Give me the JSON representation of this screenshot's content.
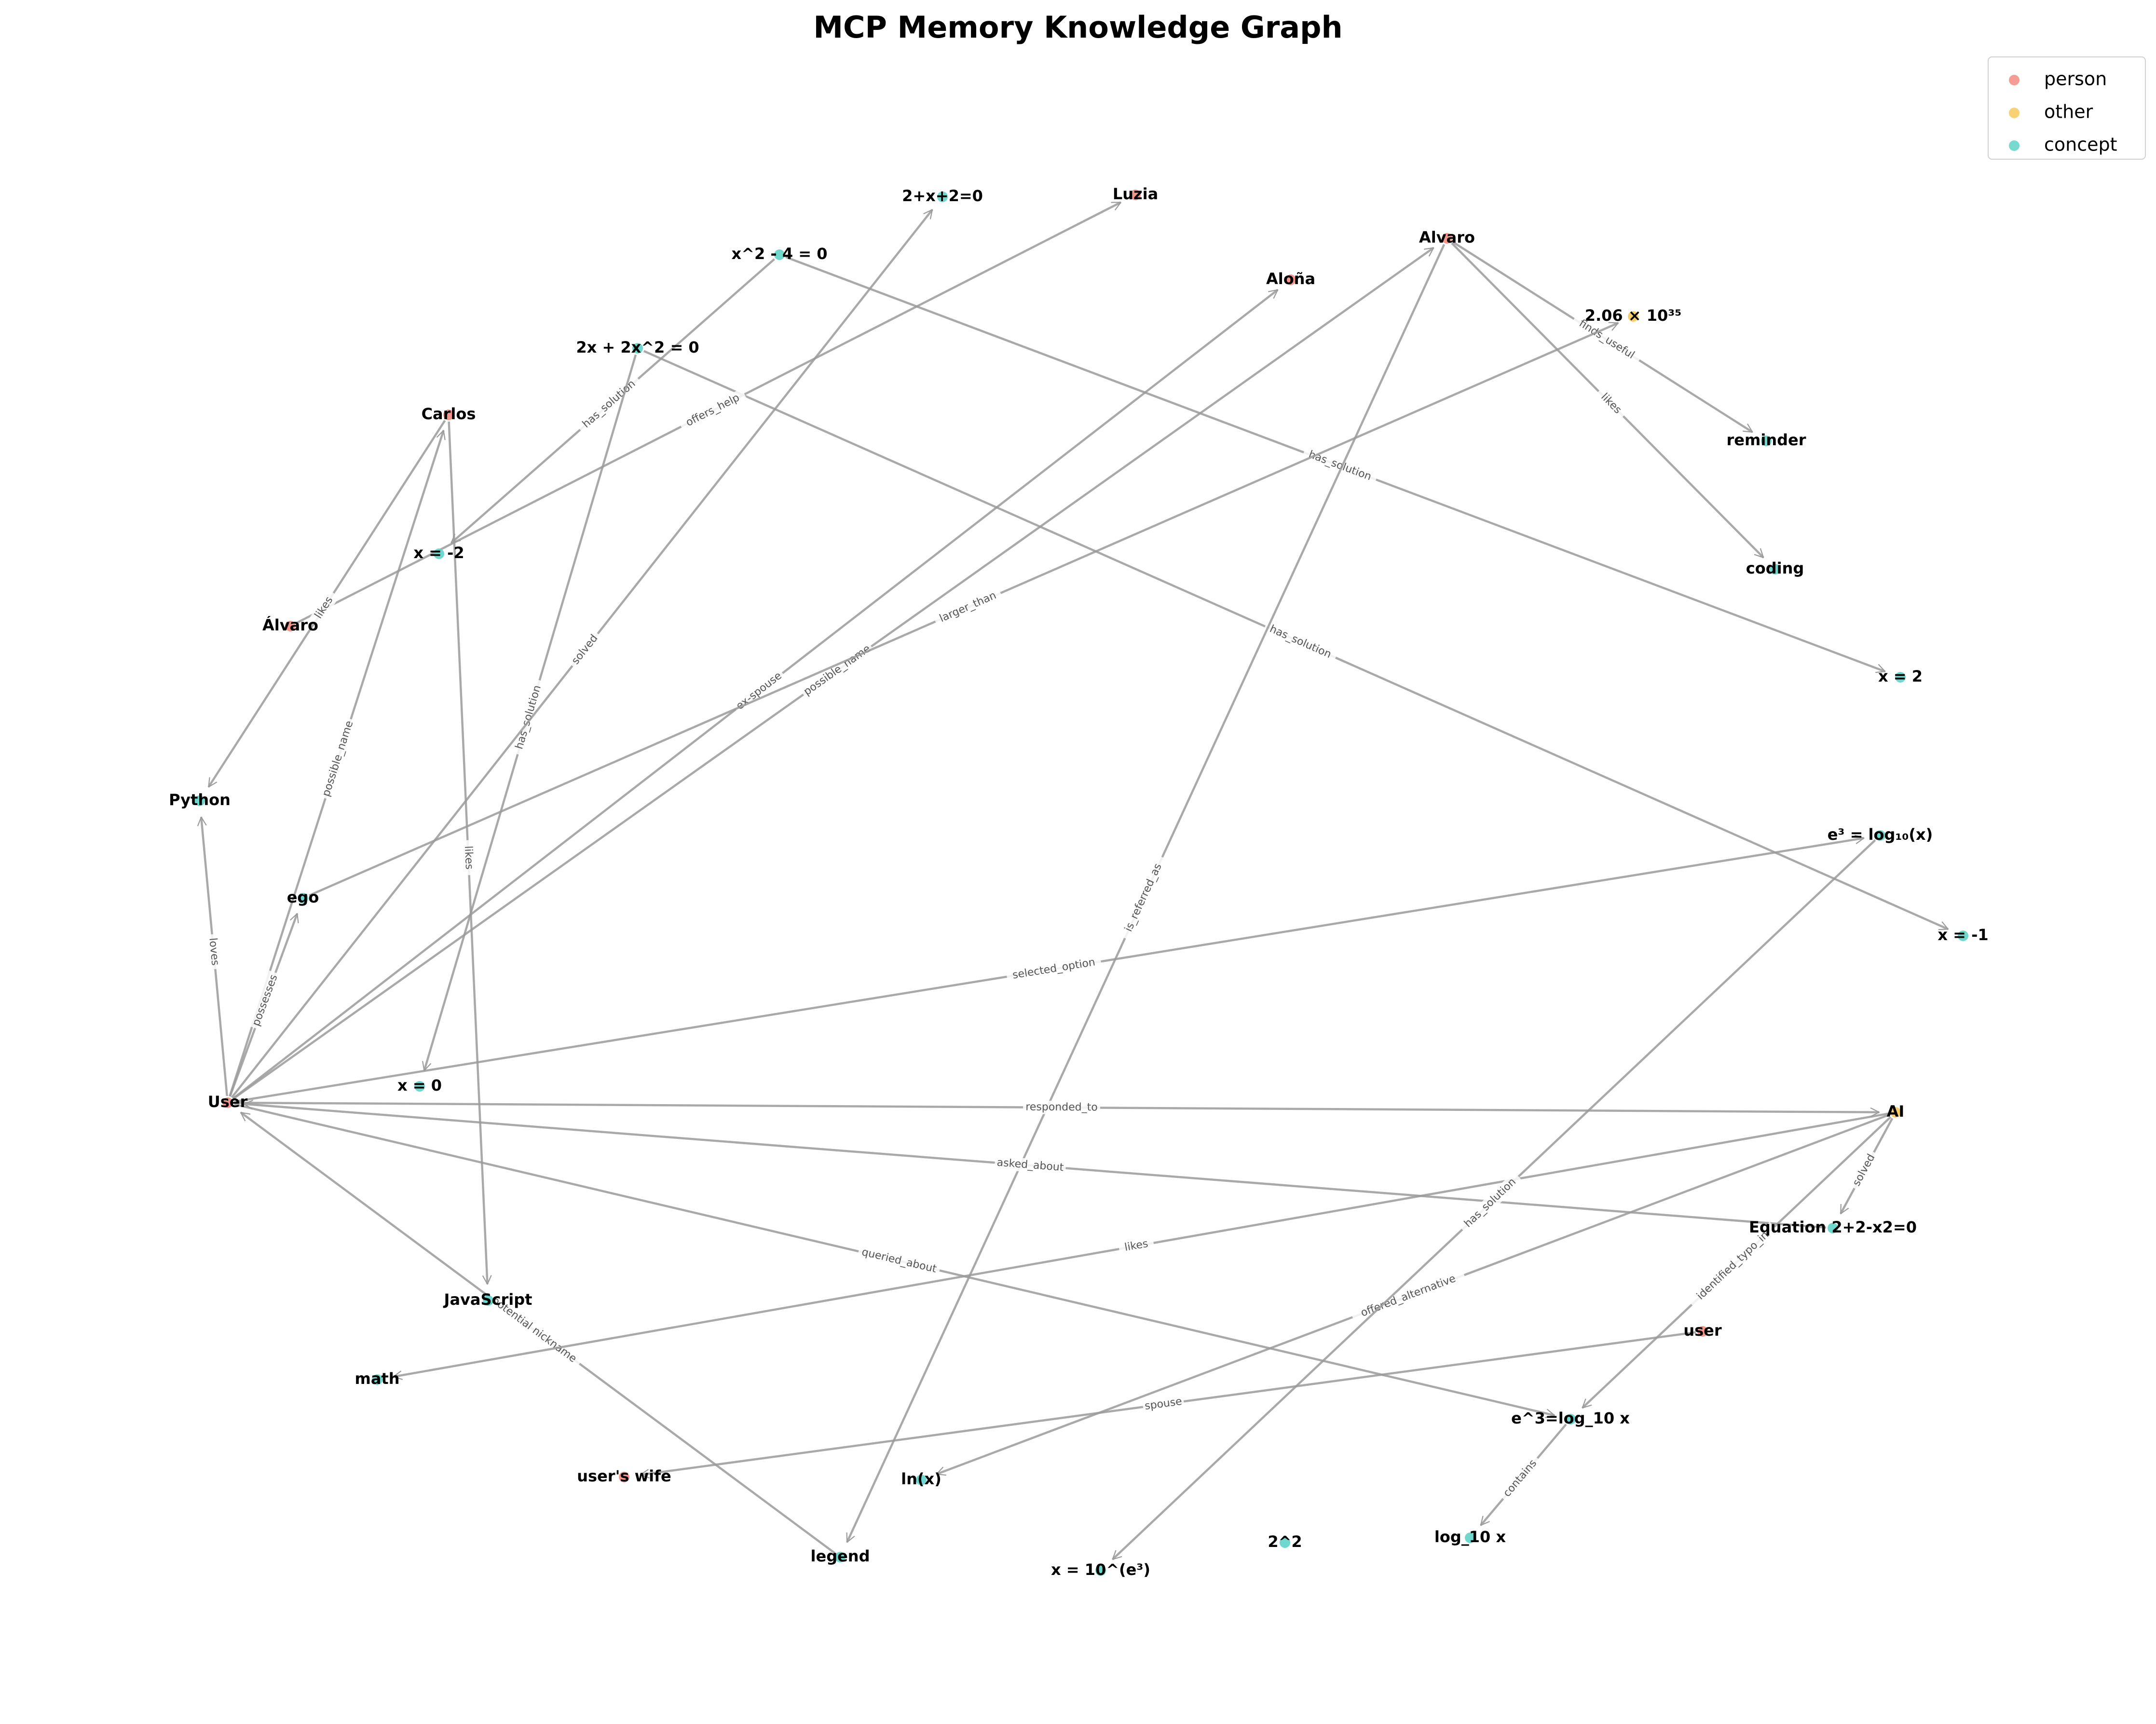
{
  "title": "MCP Memory Knowledge Graph",
  "legend": [
    {
      "label": "person",
      "color": "#f28b82"
    },
    {
      "label": "other",
      "color": "#f7c95c"
    },
    {
      "label": "concept",
      "color": "#5fd3c6"
    }
  ],
  "nodes": [
    {
      "id": "plus",
      "label": "2+x+2=0",
      "type": "concept"
    },
    {
      "id": "luzia",
      "label": "Luzia",
      "type": "person"
    },
    {
      "id": "xsq",
      "label": "x^2 - 4 = 0",
      "type": "concept"
    },
    {
      "id": "alvaro_top",
      "label": "Alvaro",
      "type": "person"
    },
    {
      "id": "alona",
      "label": "Aloña",
      "type": "person"
    },
    {
      "id": "big",
      "label": "2.06 × 10³⁵",
      "type": "other"
    },
    {
      "id": "twox",
      "label": "2x + 2x^2 = 0",
      "type": "concept"
    },
    {
      "id": "carlos",
      "label": "Carlos",
      "type": "person"
    },
    {
      "id": "reminder",
      "label": "reminder",
      "type": "concept"
    },
    {
      "id": "xm2",
      "label": "x = -2",
      "type": "concept"
    },
    {
      "id": "coding",
      "label": "coding",
      "type": "concept"
    },
    {
      "id": "alvaro_left",
      "label": "Álvaro",
      "type": "person"
    },
    {
      "id": "x2",
      "label": "x = 2",
      "type": "concept"
    },
    {
      "id": "python",
      "label": "Python",
      "type": "concept"
    },
    {
      "id": "elog",
      "label": "e³ = log₁₀(x)",
      "type": "concept"
    },
    {
      "id": "ego",
      "label": "ego",
      "type": "concept"
    },
    {
      "id": "xm1",
      "label": "x = -1",
      "type": "concept"
    },
    {
      "id": "x0",
      "label": "x = 0",
      "type": "concept"
    },
    {
      "id": "user",
      "label": "User",
      "type": "person"
    },
    {
      "id": "ai",
      "label": "AI",
      "type": "other"
    },
    {
      "id": "eq",
      "label": "Equation 2+2-x2=0",
      "type": "concept"
    },
    {
      "id": "js",
      "label": "JavaScript",
      "type": "concept"
    },
    {
      "id": "user_lc",
      "label": "user",
      "type": "person"
    },
    {
      "id": "math",
      "label": "math",
      "type": "concept"
    },
    {
      "id": "e3log",
      "label": "e^3=log_10 x",
      "type": "concept"
    },
    {
      "id": "wife",
      "label": "user's wife",
      "type": "person"
    },
    {
      "id": "lnx",
      "label": "ln(x)",
      "type": "concept"
    },
    {
      "id": "log10",
      "label": "log_10 x",
      "type": "concept"
    },
    {
      "id": "legend_node",
      "label": "legend",
      "type": "concept"
    },
    {
      "id": "x10",
      "label": "x = 10^(e³)",
      "type": "concept"
    },
    {
      "id": "twotwo",
      "label": "2^2",
      "type": "concept"
    }
  ],
  "edges": [
    {
      "source": "xsq",
      "target": "xm2",
      "label": "has_solution"
    },
    {
      "source": "xsq",
      "target": "x2",
      "label": "has_solution"
    },
    {
      "source": "twox",
      "target": "x0",
      "label": "has_solution"
    },
    {
      "source": "twox",
      "target": "xm1",
      "label": "has_solution"
    },
    {
      "source": "alvaro_left",
      "target": "luzia",
      "label": "offers_help"
    },
    {
      "source": "alvaro_top",
      "target": "reminder",
      "label": "finds_useful"
    },
    {
      "source": "alvaro_top",
      "target": "coding",
      "label": "likes"
    },
    {
      "source": "alvaro_top",
      "target": "legend_node",
      "label": "is_referred_as"
    },
    {
      "source": "carlos",
      "target": "python",
      "label": "likes"
    },
    {
      "source": "carlos",
      "target": "js",
      "label": "likes"
    },
    {
      "source": "user",
      "target": "plus",
      "label": "solved"
    },
    {
      "source": "user",
      "target": "alona",
      "label": "ex-spouse"
    },
    {
      "source": "user",
      "target": "alvaro_top",
      "label": "possible_name"
    },
    {
      "source": "ego",
      "target": "big",
      "label": "larger_than"
    },
    {
      "source": "user",
      "target": "carlos",
      "label": "possible_name"
    },
    {
      "source": "user",
      "target": "python",
      "label": "loves"
    },
    {
      "source": "user",
      "target": "ego",
      "label": "possesses"
    },
    {
      "source": "user",
      "target": "elog",
      "label": "selected_option"
    },
    {
      "source": "user",
      "target": "ai",
      "label": "responded_to"
    },
    {
      "source": "eq",
      "target": "user",
      "label": "asked_about"
    },
    {
      "source": "user",
      "target": "e3log",
      "label": "queried_about"
    },
    {
      "source": "legend_node",
      "target": "user",
      "label": "potential nickname"
    },
    {
      "source": "ai",
      "target": "math",
      "label": "likes"
    },
    {
      "source": "ai",
      "target": "lnx",
      "label": "offered_alternative"
    },
    {
      "source": "ai",
      "target": "eq",
      "label": "solved"
    },
    {
      "source": "ai",
      "target": "e3log",
      "label": "identified_typo_in"
    },
    {
      "source": "user_lc",
      "target": "wife",
      "label": "spouse"
    },
    {
      "source": "e3log",
      "target": "log10",
      "label": "contains"
    },
    {
      "source": "elog",
      "target": "x10",
      "label": "has_solution"
    }
  ]
}
